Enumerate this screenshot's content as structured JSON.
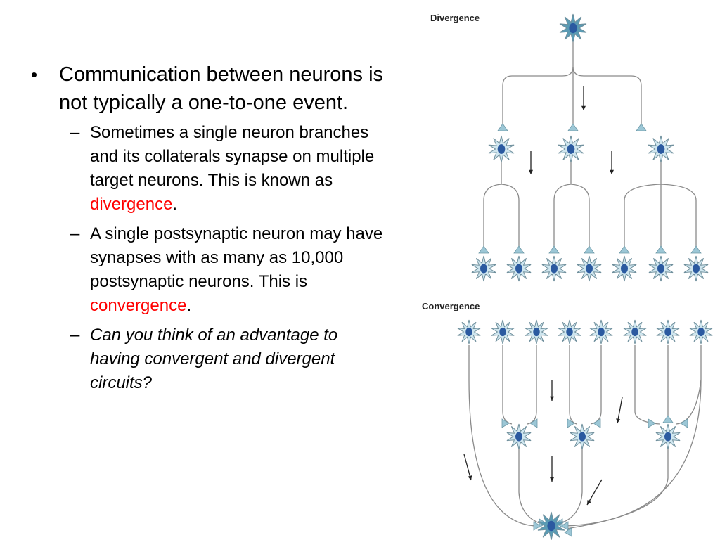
{
  "slide": {
    "main_bullet": "Communication between neurons is not typically a one-to-one event.",
    "sub_bullets": [
      {
        "parts": [
          {
            "text": "Sometimes a single neuron branches and its collaterals synapse on multiple target neurons.  This is known as ",
            "style": "normal"
          },
          {
            "text": "divergence",
            "style": "red"
          },
          {
            "text": ".",
            "style": "normal"
          }
        ]
      },
      {
        "parts": [
          {
            "text": "A single postsynaptic neuron may have synapses with as many as 10,000 postsynaptic neurons.  This is ",
            "style": "normal"
          },
          {
            "text": "convergence",
            "style": "red"
          },
          {
            "text": ".",
            "style": "normal"
          }
        ]
      },
      {
        "parts": [
          {
            "text": "Can you think of an advantage to having convergent and divergent circuits?",
            "style": "italic"
          }
        ]
      }
    ]
  },
  "diagrams": {
    "divergence_title": "Divergence",
    "convergence_title": "Convergence"
  },
  "colors": {
    "neuron_light": "#cfe6ef",
    "neuron_dark": "#5a9bb4",
    "nucleus": "#2b5aa0",
    "axon": "#8a8a8a",
    "synapse": "#9cc7d6",
    "emphasis": "#ff0000"
  }
}
